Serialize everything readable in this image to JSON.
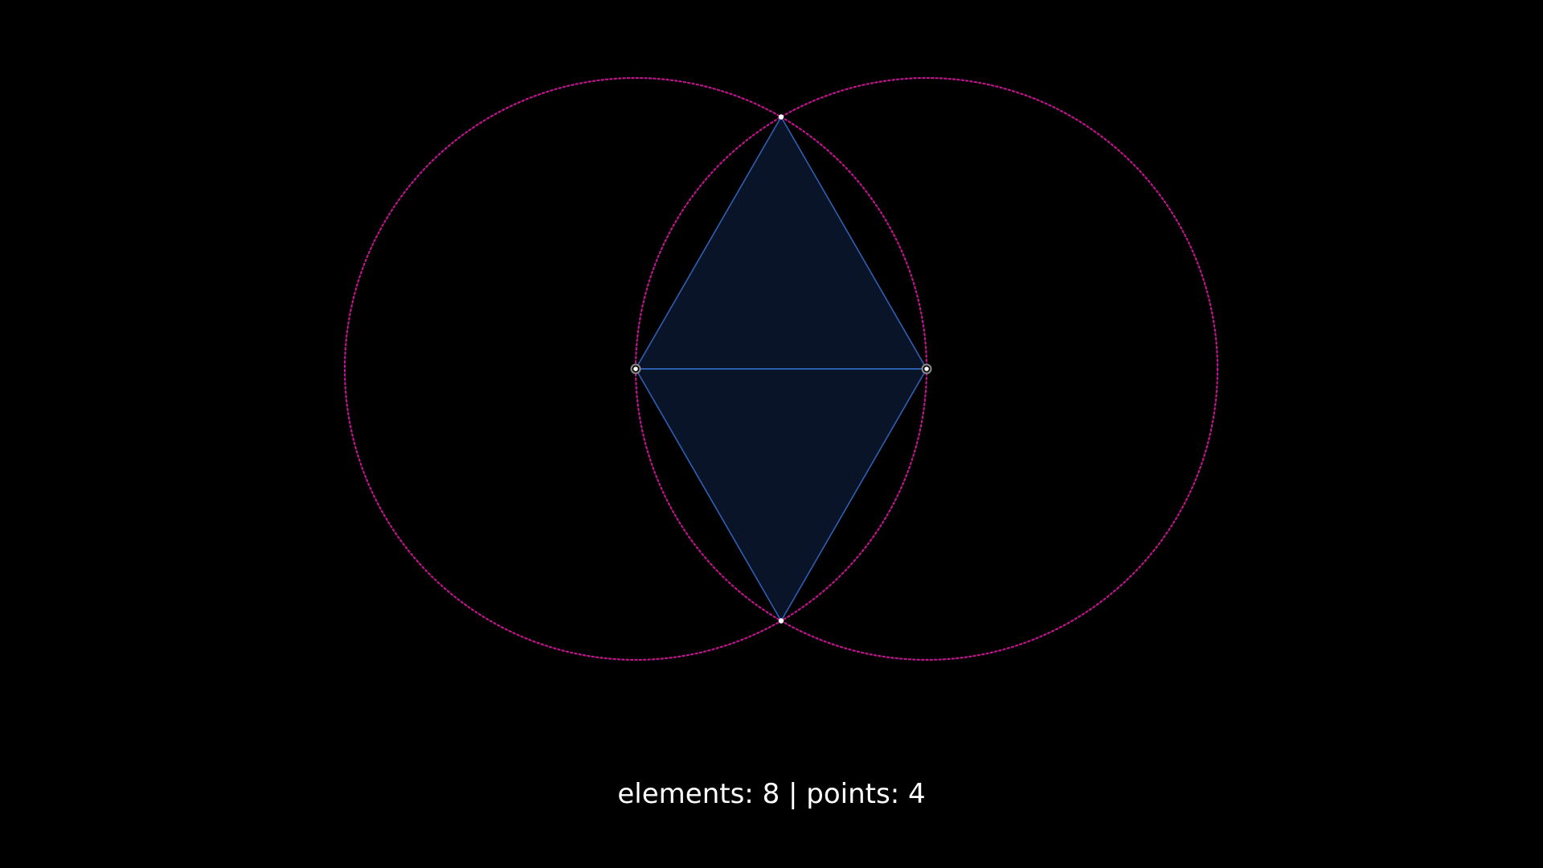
{
  "status": {
    "text": "elements: 8 | points: 4"
  },
  "colors": {
    "background": "#000000",
    "circle_stroke": "#c0148c",
    "triangle_fill": "#0a1428",
    "triangle_stroke": "#2f5fb3",
    "point_fill": "#ffffff",
    "center_point_ring": "#8a8a8a"
  },
  "construction": {
    "circles": [
      {
        "name": "circle-left",
        "center": "center-left",
        "through": "center-right"
      },
      {
        "name": "circle-right",
        "center": "center-right",
        "through": "center-left"
      }
    ],
    "points": [
      {
        "name": "center-left",
        "kind": "center"
      },
      {
        "name": "center-right",
        "kind": "center"
      },
      {
        "name": "intersection-top",
        "kind": "intersection"
      },
      {
        "name": "intersection-bottom",
        "kind": "intersection"
      }
    ],
    "triangles": [
      {
        "name": "triangle-upper",
        "vertices": [
          "center-left",
          "center-right",
          "intersection-top"
        ]
      },
      {
        "name": "triangle-lower",
        "vertices": [
          "center-left",
          "center-right",
          "intersection-bottom"
        ]
      }
    ],
    "segments": [
      {
        "name": "base-segment",
        "from": "center-left",
        "to": "center-right"
      }
    ]
  }
}
